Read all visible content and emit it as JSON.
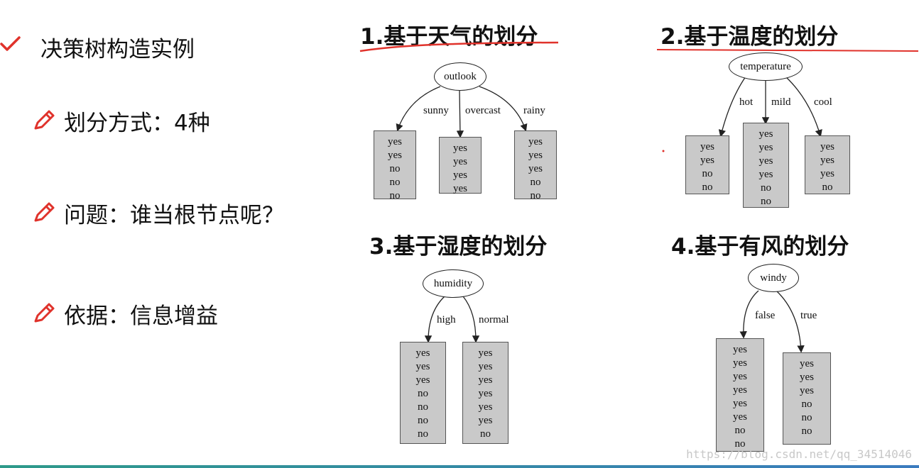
{
  "left": {
    "title": "决策树构造实例",
    "bullets": [
      "划分方式：4种",
      "问题：谁当根节点呢？",
      "依据：信息增益"
    ]
  },
  "sections": [
    {
      "title": "1.基于天气的划分",
      "root": "outlook",
      "branches": [
        {
          "label": "sunny",
          "leaves": [
            "yes",
            "yes",
            "no",
            "no",
            "no"
          ]
        },
        {
          "label": "overcast",
          "leaves": [
            "yes",
            "yes",
            "yes",
            "yes"
          ]
        },
        {
          "label": "rainy",
          "leaves": [
            "yes",
            "yes",
            "yes",
            "no",
            "no"
          ]
        }
      ]
    },
    {
      "title": "2.基于温度的划分",
      "root": "temperature",
      "branches": [
        {
          "label": "hot",
          "leaves": [
            "yes",
            "yes",
            "no",
            "no"
          ]
        },
        {
          "label": "mild",
          "leaves": [
            "yes",
            "yes",
            "yes",
            "yes",
            "no",
            "no"
          ]
        },
        {
          "label": "cool",
          "leaves": [
            "yes",
            "yes",
            "yes",
            "no"
          ]
        }
      ]
    },
    {
      "title": "3.基于湿度的划分",
      "root": "humidity",
      "branches": [
        {
          "label": "high",
          "leaves": [
            "yes",
            "yes",
            "yes",
            "no",
            "no",
            "no",
            "no"
          ]
        },
        {
          "label": "normal",
          "leaves": [
            "yes",
            "yes",
            "yes",
            "yes",
            "yes",
            "yes",
            "no"
          ]
        }
      ]
    },
    {
      "title": "4.基于有风的划分",
      "root": "windy",
      "branches": [
        {
          "label": "false",
          "leaves": [
            "yes",
            "yes",
            "yes",
            "yes",
            "yes",
            "yes",
            "no",
            "no"
          ]
        },
        {
          "label": "true",
          "leaves": [
            "yes",
            "yes",
            "yes",
            "no",
            "no",
            "no"
          ]
        }
      ]
    }
  ],
  "watermark": "https://blog.csdn.net/qq_34514046",
  "colors": {
    "accent_red": "#e0322b",
    "leaf_fill": "#c9c9c9",
    "bottom_bar": "#2e9a8a"
  }
}
